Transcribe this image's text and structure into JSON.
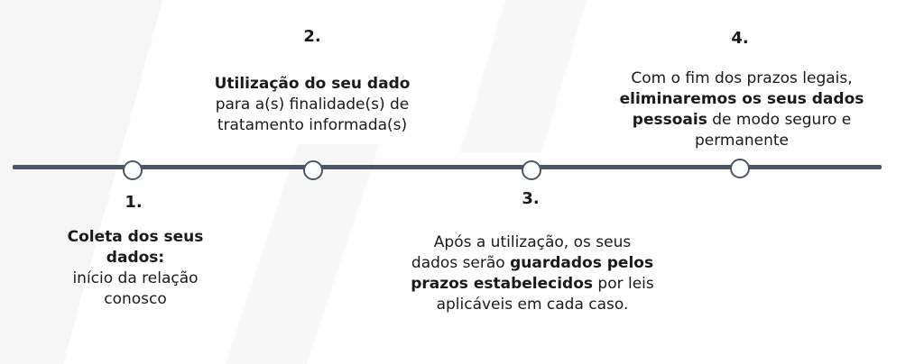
{
  "timeline": {
    "line_color": "#4a5566",
    "steps": [
      {
        "number": "1.",
        "bold": "Coleta dos seus dados:",
        "text": "início da relação conosco"
      },
      {
        "number": "2.",
        "bold": "Utilização do seu dado",
        "text": "para a(s)  finalidade(s) de tratamento informada(s)"
      },
      {
        "number": "3.",
        "text_before": "Após a utilização, os seus dados serão ",
        "bold": "guardados pelos prazos estabelecidos",
        "text_after": " por leis aplicáveis em cada caso."
      },
      {
        "number": "4.",
        "text_before": "Com o fim dos prazos legais, ",
        "bold": "eliminaremos os seus dados pessoais",
        "text_after": " de modo seguro e permanente"
      }
    ]
  }
}
